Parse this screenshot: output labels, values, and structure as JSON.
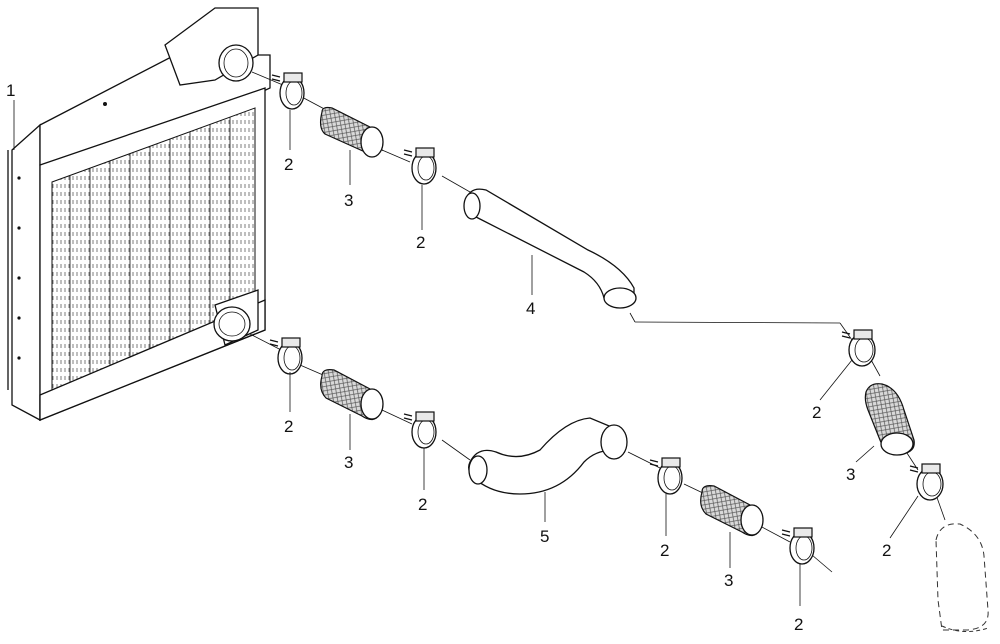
{
  "callouts": {
    "radiator": "1",
    "clamp": "2",
    "sleeve": "3",
    "upper_hose": "4",
    "lower_hose": "5"
  },
  "colors": {
    "line": "#111111",
    "background": "#ffffff",
    "mesh": "#dcdcdc"
  }
}
